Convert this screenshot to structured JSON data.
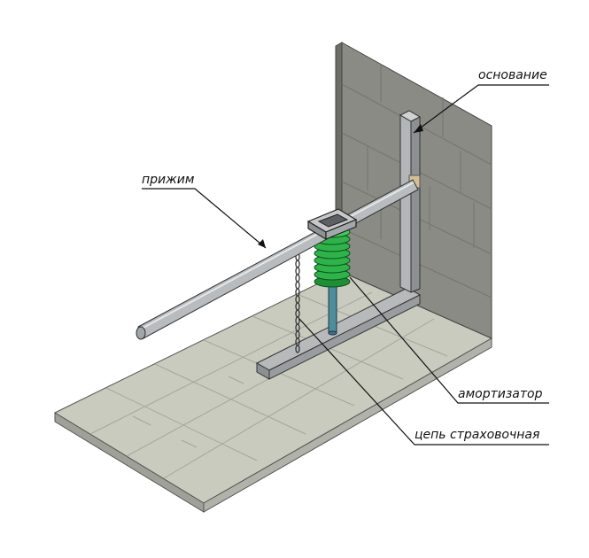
{
  "labels": {
    "base": "основание",
    "clamp": "прижим",
    "damper": "амортизатор",
    "chain": "цепь страховочная"
  },
  "colors": {
    "floor": "#c9cbbf",
    "floor_edge": "#8d8f86",
    "wall": "#8a8b84",
    "wall_edge": "#5d5e58",
    "steel": "#a7aaad",
    "spring": "#2eb34a",
    "rod": "#4e8e9a",
    "outline": "#222222"
  }
}
